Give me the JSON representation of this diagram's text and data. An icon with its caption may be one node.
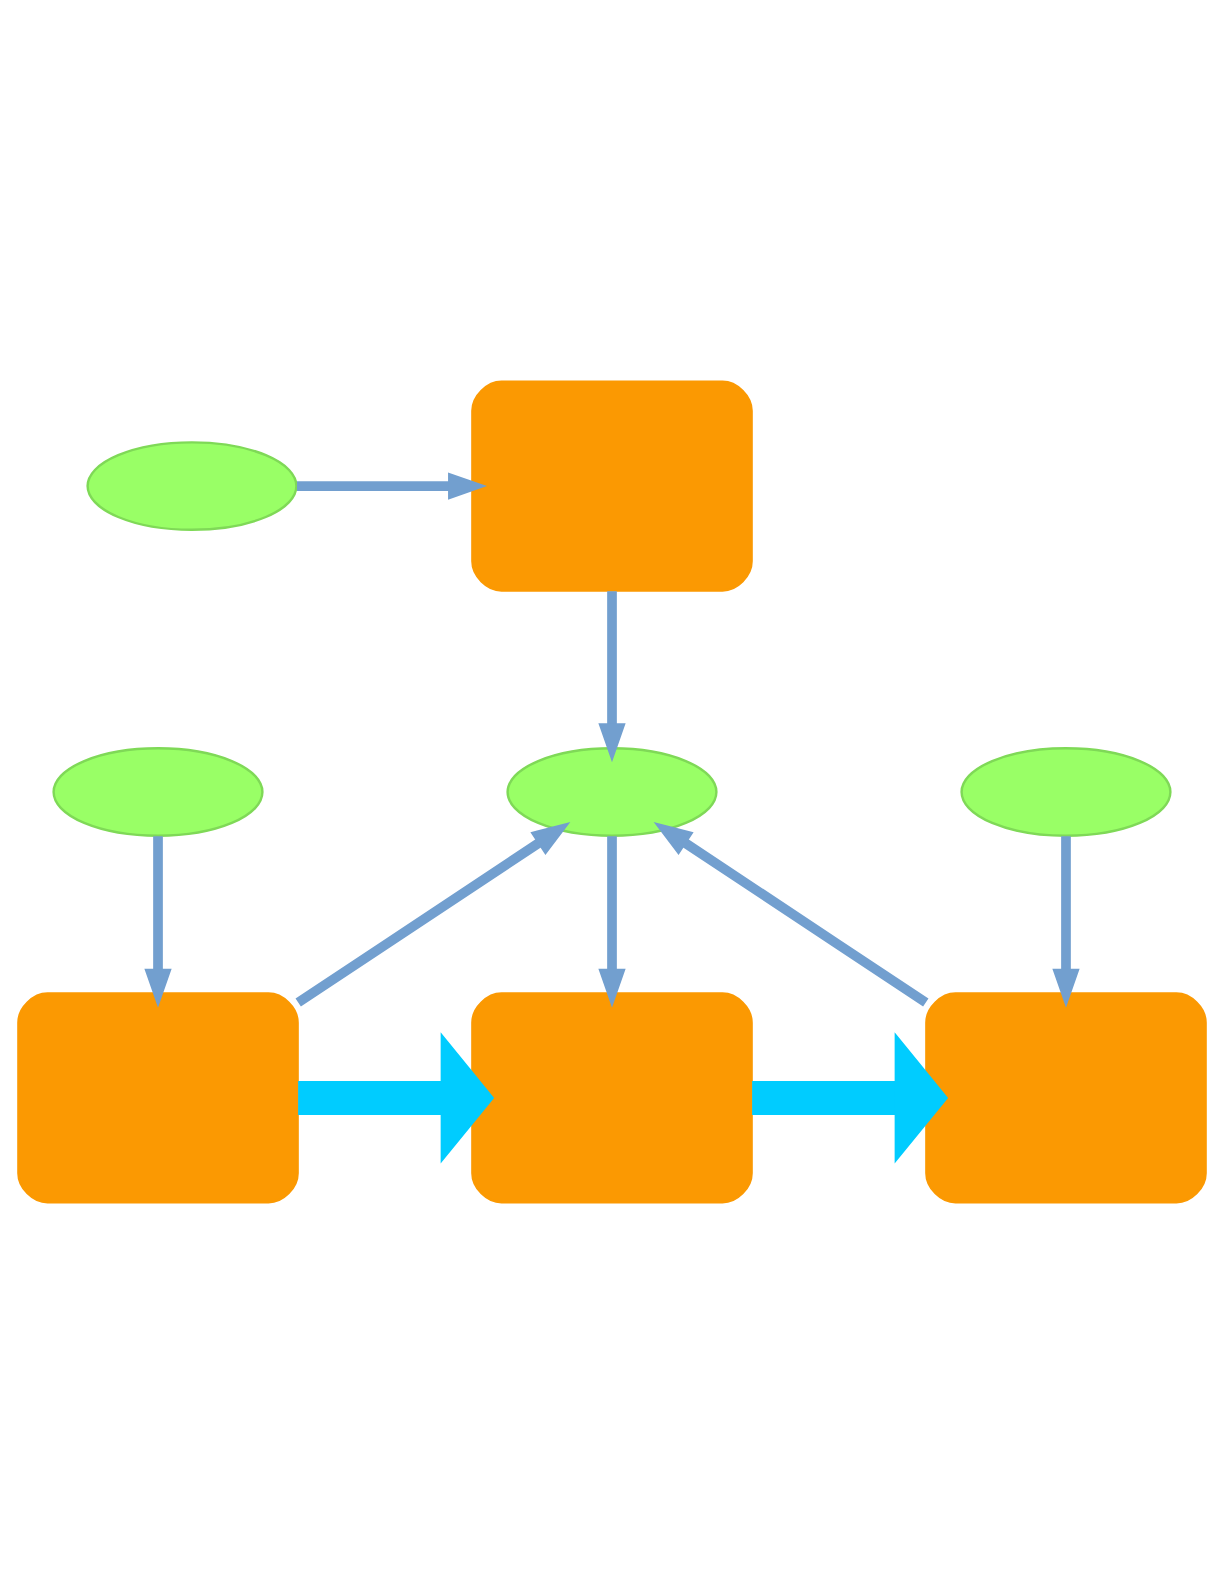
{
  "diagram": {
    "nodes": [
      {
        "text": [],
        "shape": "ellipse"
      },
      {
        "text": [],
        "shape": "box"
      },
      {
        "text": [],
        "shape": "ellipse"
      },
      {
        "text": [],
        "shape": "ellipse"
      },
      {
        "text": [],
        "shape": "ellipse"
      },
      {
        "text": [],
        "shape": "box"
      },
      {
        "text": [],
        "shape": "box"
      },
      {
        "text": [],
        "shape": "box"
      }
    ],
    "edges": [
      {
        "from": 0,
        "to": 1,
        "arrow": "to"
      },
      {
        "from": 1,
        "to": 3,
        "arrow": "to"
      },
      {
        "from": 2,
        "to": 5,
        "arrow": "to"
      },
      {
        "from": 5,
        "to": 3,
        "arrow": "to"
      },
      {
        "from": 3,
        "to": 6,
        "arrow": "to"
      },
      {
        "from": 7,
        "to": 3,
        "arrow": "to"
      },
      {
        "from": 4,
        "to": 7,
        "arrow": "to"
      },
      {
        "from": 5,
        "to": 6,
        "arrow": "to",
        "style": "thick",
        "color": "#00ccff"
      },
      {
        "from": 6,
        "to": 7,
        "arrow": "to",
        "style": "thick",
        "color": "#00ccff"
      }
    ]
  }
}
